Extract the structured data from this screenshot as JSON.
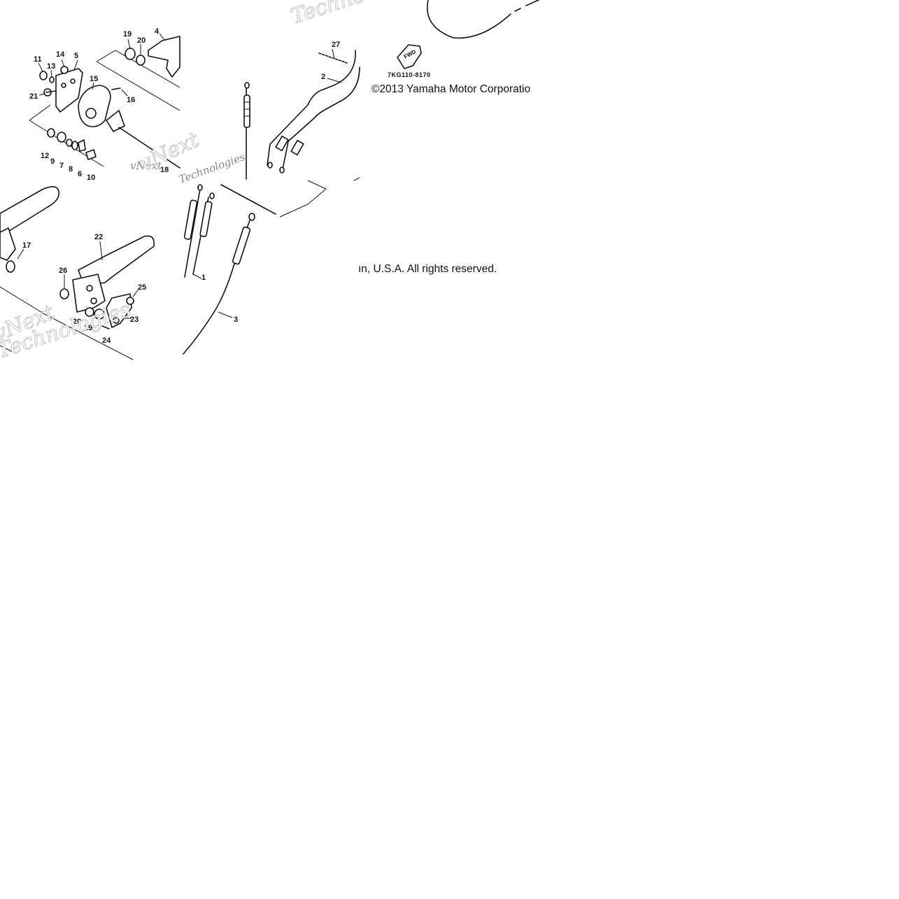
{
  "copyright": {
    "part1": "©2013 Yamaha Motor Corporatio",
    "part2": "ın, U.S.A. All rights reserved."
  },
  "diagram_code": "7KG110-8170",
  "fwd_label": "FWD",
  "watermark": {
    "brand_short": "vNext",
    "brand_long": "Technologies",
    "tile_text": "Techno"
  },
  "part_numbers": {
    "p1": "1",
    "p2": "2",
    "p3": "3",
    "p4": "4",
    "p5": "5",
    "p6": "6",
    "p7": "7",
    "p8": "8",
    "p9": "9",
    "p10": "10",
    "p11": "11",
    "p12": "12",
    "p13": "13",
    "p14": "14",
    "p15": "15",
    "p16": "16",
    "p17": "17",
    "p18": "18",
    "p19": "19",
    "p20": "20",
    "p21": "21",
    "p22": "22",
    "p23": "23",
    "p24": "24",
    "p25": "25",
    "p26": "26",
    "p27": "27",
    "p19b": "19",
    "p20b": "20"
  }
}
